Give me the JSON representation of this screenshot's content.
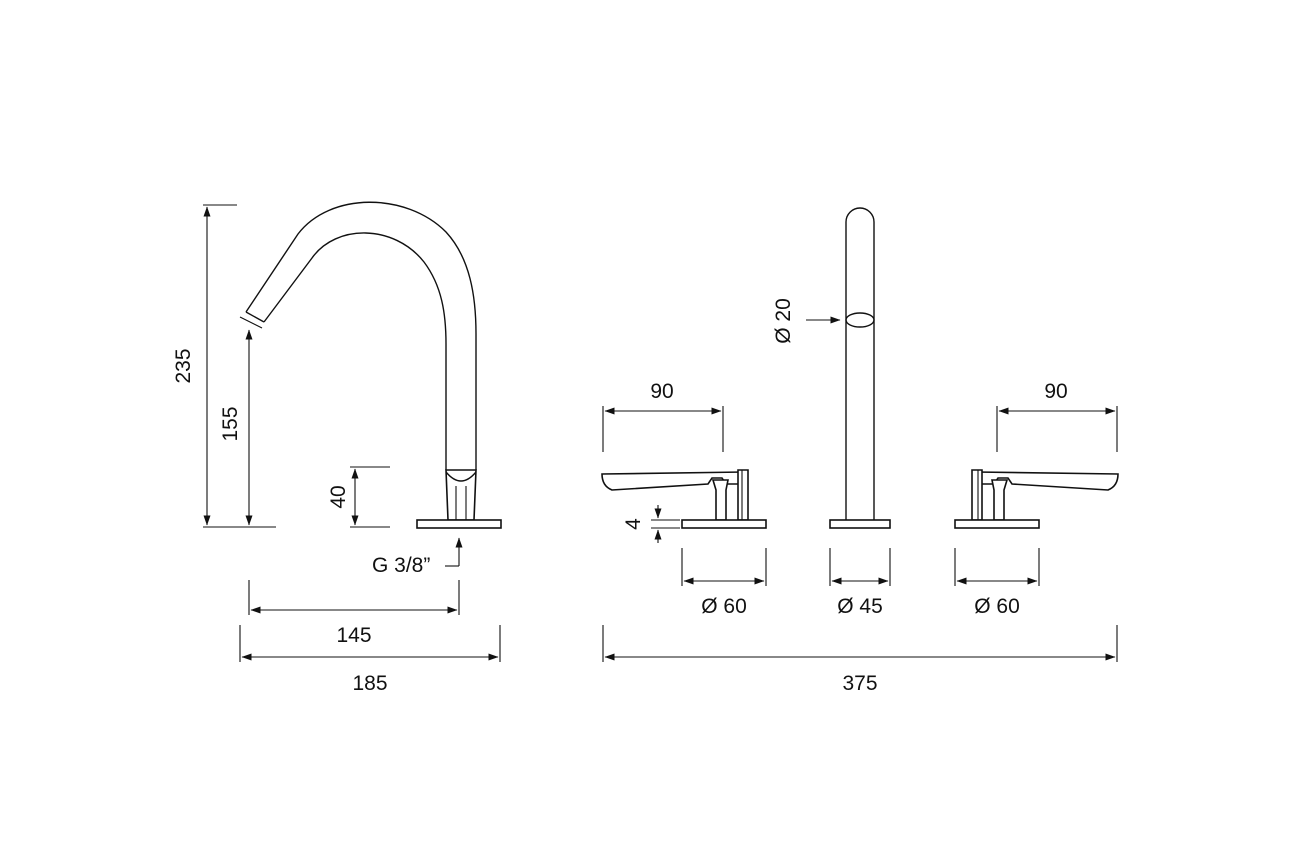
{
  "side_view": {
    "dim_total_height": "235",
    "dim_spout_height": "155",
    "dim_base_height": "40",
    "thread_label": "G 3/8”",
    "dim_reach": "145",
    "dim_depth": "185"
  },
  "front_view": {
    "dim_spout_diameter": "Ø 20",
    "dim_left_handle": "90",
    "dim_right_handle": "90",
    "dim_plate_thickness": "4",
    "dim_left_base": "Ø 60",
    "dim_center_base": "Ø 45",
    "dim_right_base": "Ø 60",
    "dim_total_width": "375"
  }
}
